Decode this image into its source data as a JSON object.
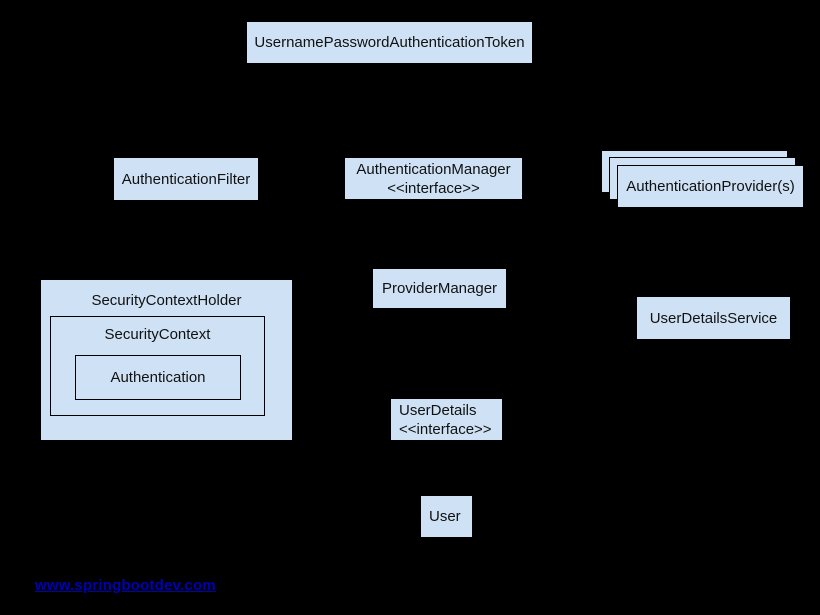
{
  "nodes": {
    "token": {
      "label": "UsernamePasswordAuthenticationToken"
    },
    "auth_filter": {
      "label": "AuthenticationFilter"
    },
    "auth_manager": {
      "line1": "AuthenticationManager",
      "line2": "<<interface>>"
    },
    "auth_providers": {
      "label": "AuthenticationProvider(s)"
    },
    "provider_manager": {
      "label": "ProviderManager"
    },
    "user_details_service": {
      "label": "UserDetailsService"
    },
    "security_context_holder": {
      "label": "SecurityContextHolder"
    },
    "security_context": {
      "label": "SecurityContext"
    },
    "authentication": {
      "label": "Authentication"
    },
    "user_details": {
      "line1": "UserDetails",
      "line2": "<<interface>>"
    },
    "user": {
      "label": "User"
    }
  },
  "footer": {
    "link_text": "www.springbootdev.com"
  },
  "colors": {
    "background": "#000000",
    "node_fill": "#cfe2f5",
    "node_border": "#000000",
    "text": "#111111",
    "link": "#0000b4"
  }
}
